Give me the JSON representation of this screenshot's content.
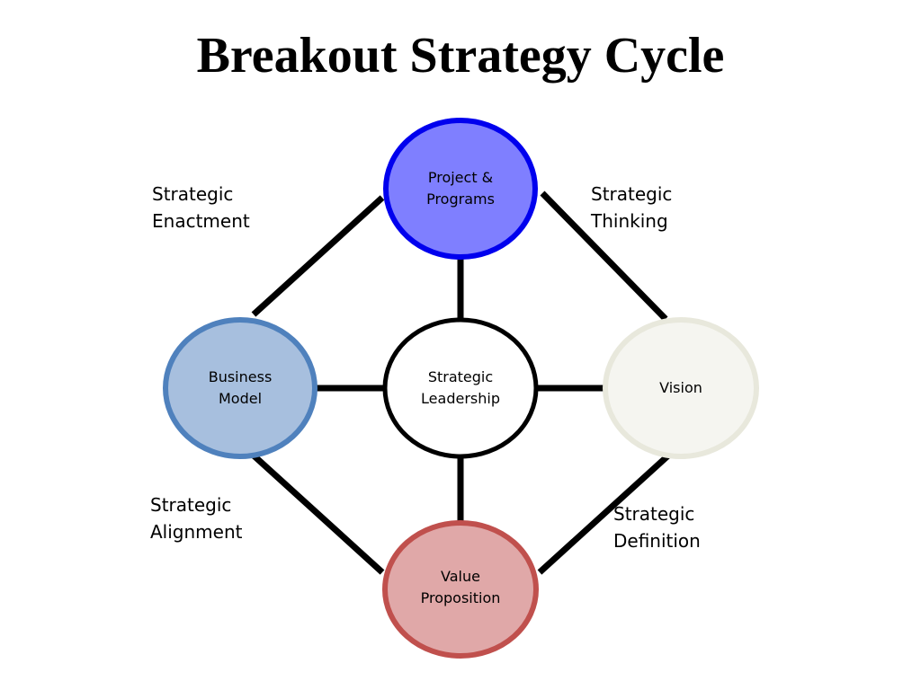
{
  "title": "Breakout Strategy Cycle",
  "colors": {
    "project_fill": "#7f7fff",
    "project_stroke": "#0000ee",
    "business_fill": "#a7bfde",
    "business_stroke": "#4f81bd",
    "vision_fill": "#f5f5f0",
    "vision_stroke": "#e8e8dc",
    "value_fill": "#e0a8a8",
    "value_stroke": "#c0504d",
    "center_fill": "#ffffff",
    "center_stroke": "#000000",
    "connector": "#000000"
  },
  "nodes": {
    "project": {
      "line1": "Project &",
      "line2": "Programs"
    },
    "business": {
      "line1": "Business",
      "line2": "Model"
    },
    "center": {
      "line1": "Strategic",
      "line2": "Leadership"
    },
    "vision": {
      "line1": "Vision"
    },
    "value": {
      "line1": "Value",
      "line2": "Proposition"
    }
  },
  "edge_labels": {
    "enactment": {
      "line1": "Strategic",
      "line2": "Enactment"
    },
    "thinking": {
      "line1": "Strategic",
      "line2": "Thinking"
    },
    "alignment": {
      "line1": "Strategic",
      "line2": "Alignment"
    },
    "definition": {
      "line1": "Strategic",
      "line2": "Definition"
    }
  }
}
